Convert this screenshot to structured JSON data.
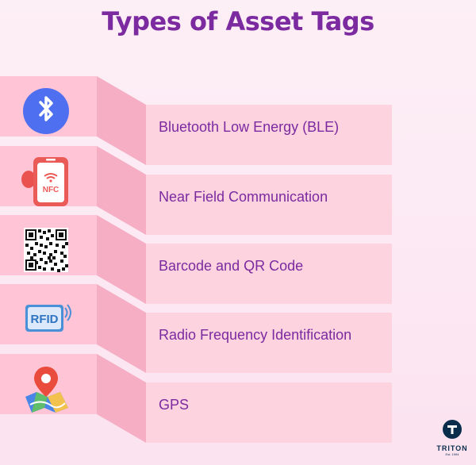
{
  "title": "Types of Asset Tags",
  "items": [
    {
      "label": "Bluetooth Low Energy (BLE)",
      "icon": "bluetooth-icon"
    },
    {
      "label": "Near Field Communication",
      "icon": "nfc-phone-icon",
      "icon_text": "NFC"
    },
    {
      "label": "Barcode and QR Code",
      "icon": "qr-code-icon"
    },
    {
      "label": "Radio Frequency Identification",
      "icon": "rfid-icon",
      "icon_text": "RFID"
    },
    {
      "label": "GPS",
      "icon": "gps-map-icon"
    }
  ],
  "logo": {
    "name": "TRITON",
    "sub": "Est. 1994"
  },
  "colors": {
    "title": "#7b2aa0",
    "panel": "#ffc4d5",
    "side": "#f5aec4",
    "front": "#fdd3df"
  }
}
